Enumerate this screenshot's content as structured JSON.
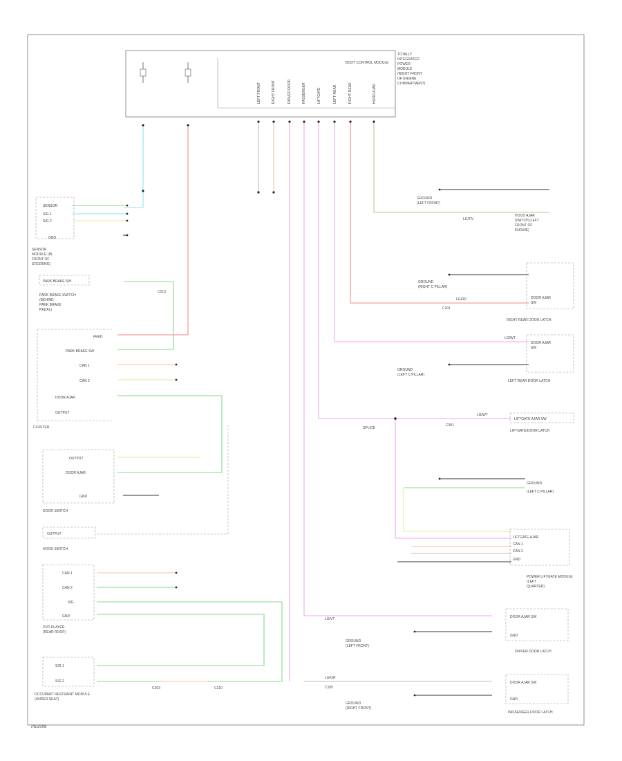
{
  "footer": {
    "code": "7/5/2008"
  },
  "wire_colors": {
    "cyan": "#8fe3ea",
    "red": "#f08a8a",
    "green": "#86d98a",
    "magenta": "#f2a6f2",
    "olive": "#b9c98c",
    "orange": "#f2c796",
    "yellow": "#eaeaa0",
    "gray": "#bdbdbd",
    "black": "#333333"
  },
  "components": {
    "bcm": {
      "title": "BODY CONTROL MODULE"
    },
    "cluster": {
      "title": "CLUSTER"
    },
    "park_brake": {
      "title": "PARK BRAKE SWITCH"
    },
    "door_switch": {
      "title": "DOOR SWITCH"
    },
    "lr_door_latch": {
      "title": "LEFT REAR DOOR LATCH"
    },
    "rr_door_latch": {
      "title": "RIGHT REAR DOOR LATCH"
    },
    "liftgate_latch": {
      "title": "LIFTGATE/DOOR LATCH"
    },
    "power_liftgate": {
      "title": "POWER LIFTGATE MODULE"
    },
    "driver_latch": {
      "title": "DRIVER DOOR LATCH"
    },
    "passenger_latch": {
      "title": "PASSENGER DOOR LATCH"
    },
    "dvd_player": {
      "title": "DVD PLAYER"
    },
    "occupant_module": {
      "title": "OCCUPANT RESTRAINT MODULE"
    },
    "hood_switch": {
      "title": "HOOD SWITCH"
    },
    "sensor": {
      "title": "SENSOR"
    }
  }
}
